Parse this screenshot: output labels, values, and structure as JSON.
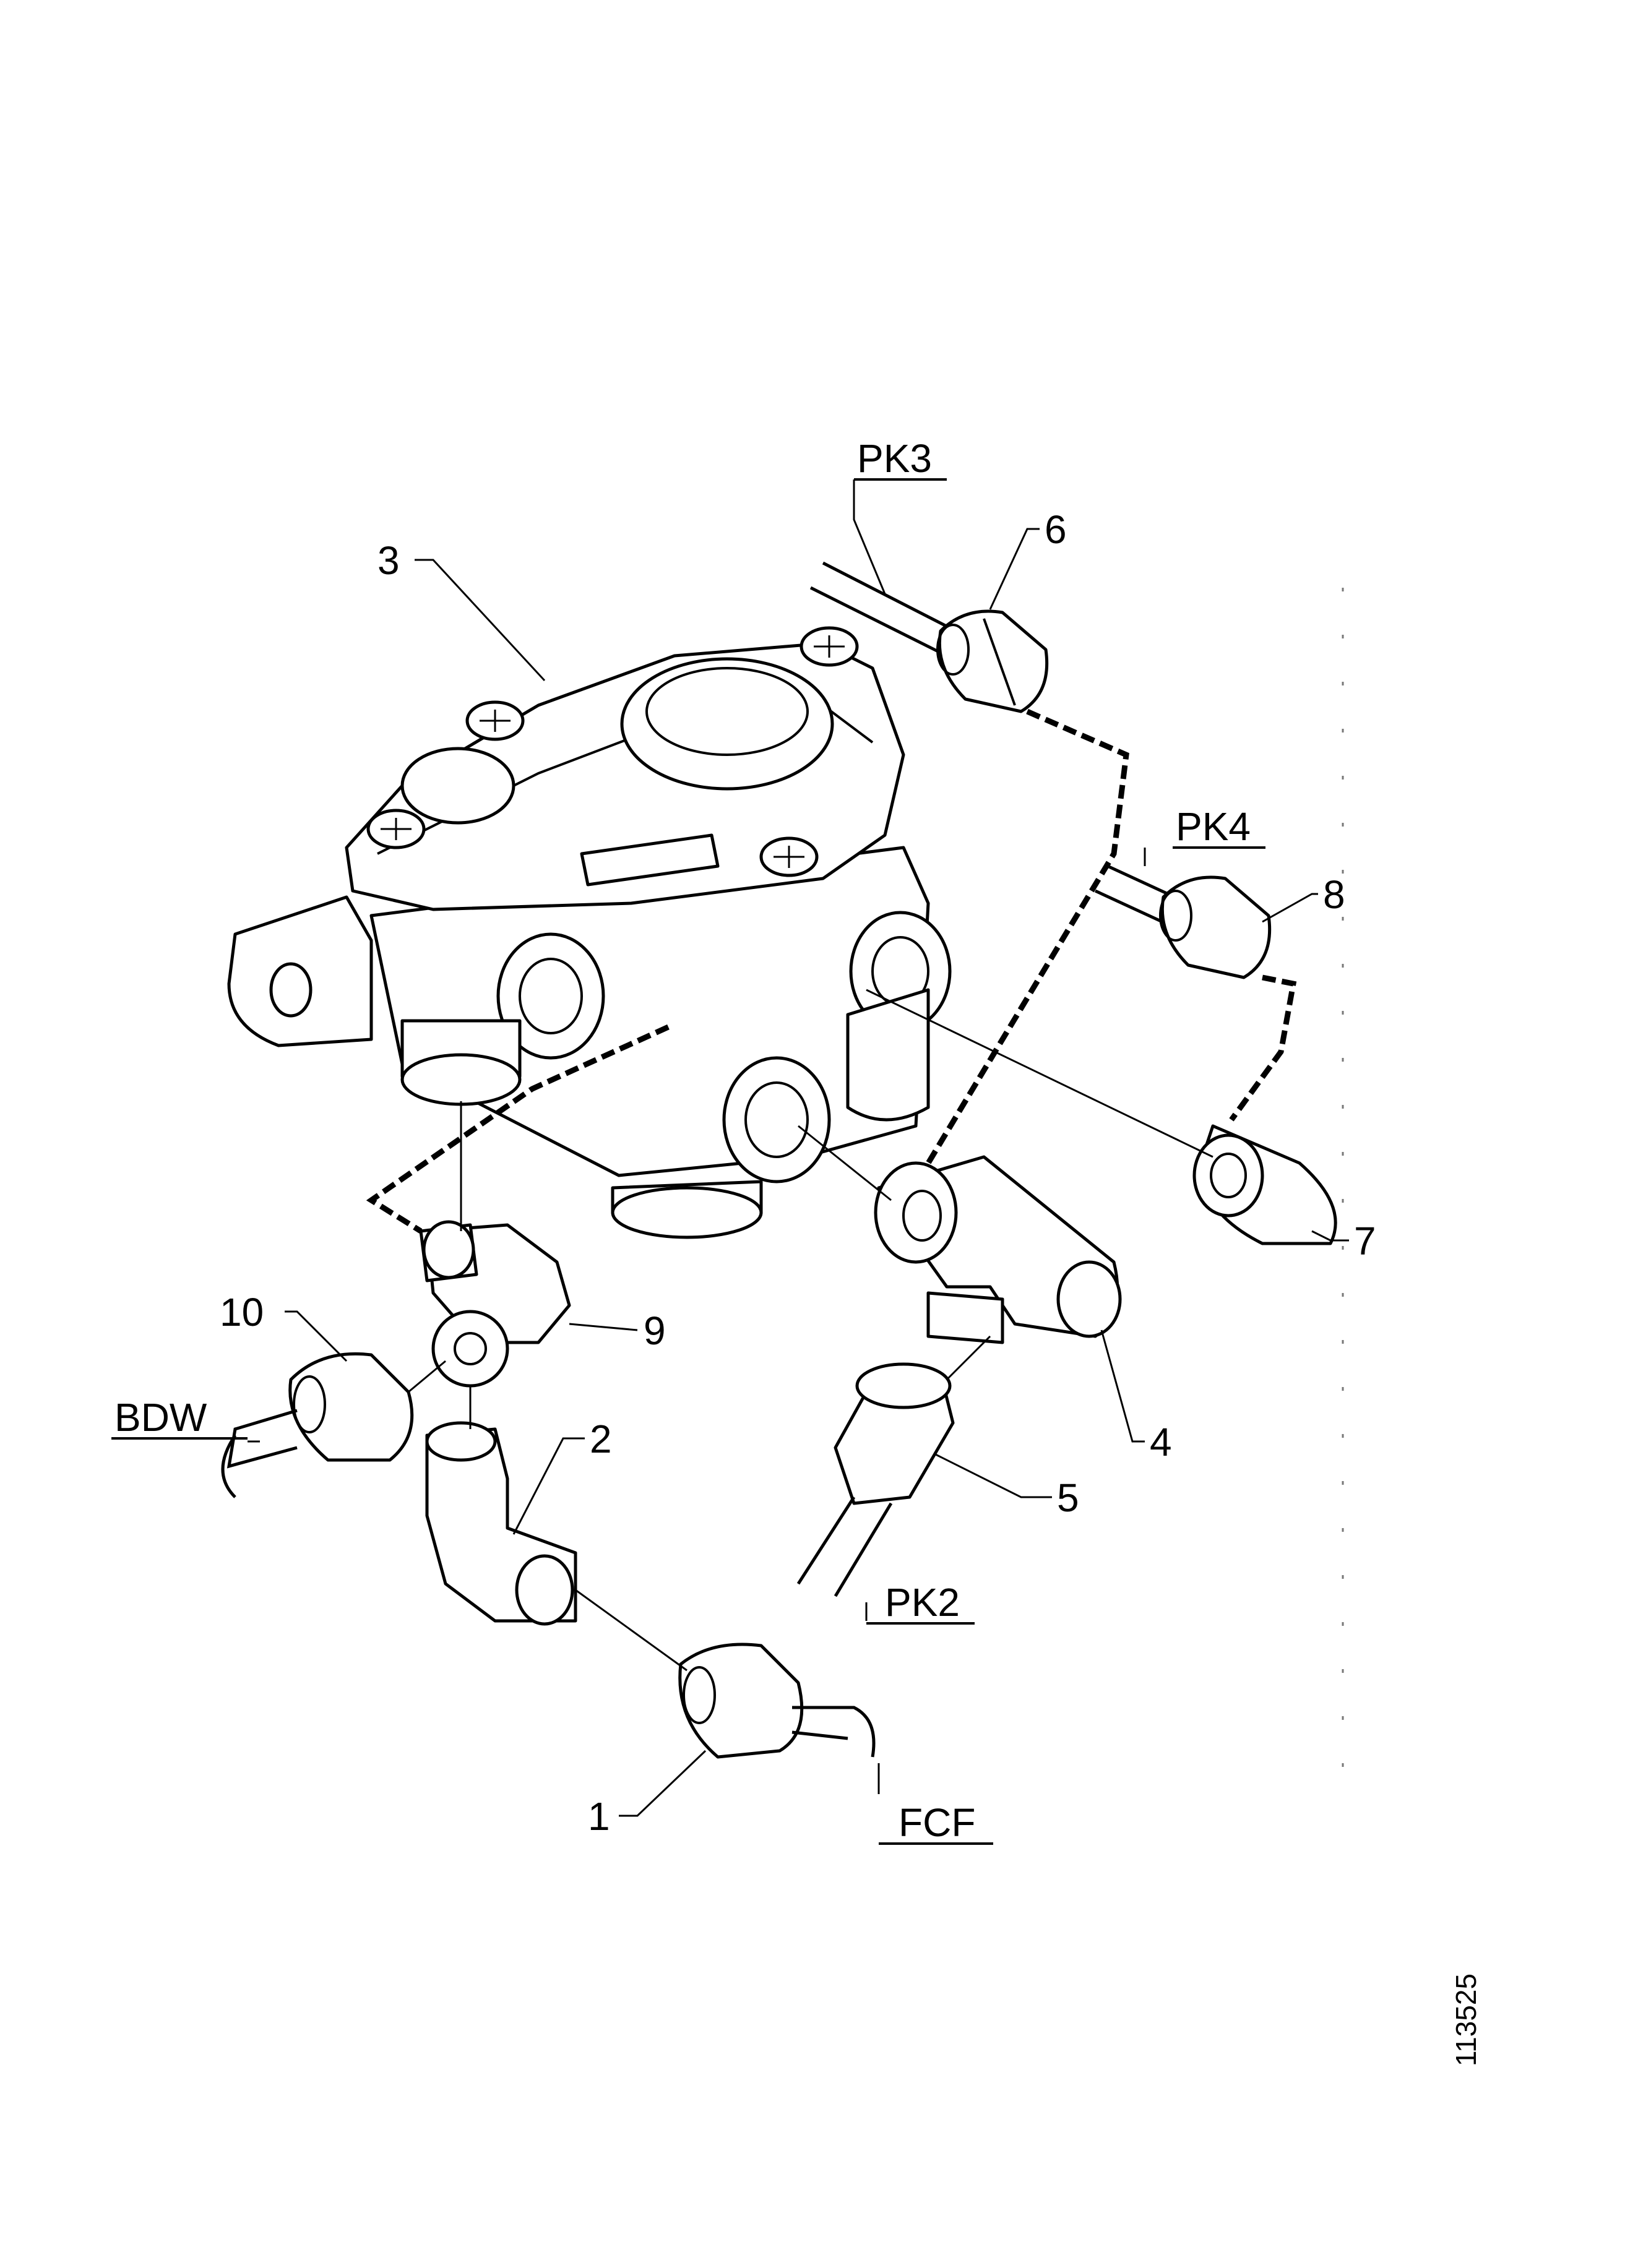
{
  "callouts": {
    "c1": "1",
    "c2": "2",
    "c3": "3",
    "c4": "4",
    "c5": "5",
    "c6": "6",
    "c7": "7",
    "c8": "8",
    "c9": "9",
    "c10": "10"
  },
  "ports": {
    "pk3": "PK3",
    "pk4": "PK4",
    "pk2": "PK2",
    "bdw": "BDW",
    "fcf": "FCF"
  },
  "reference_number": "113525"
}
